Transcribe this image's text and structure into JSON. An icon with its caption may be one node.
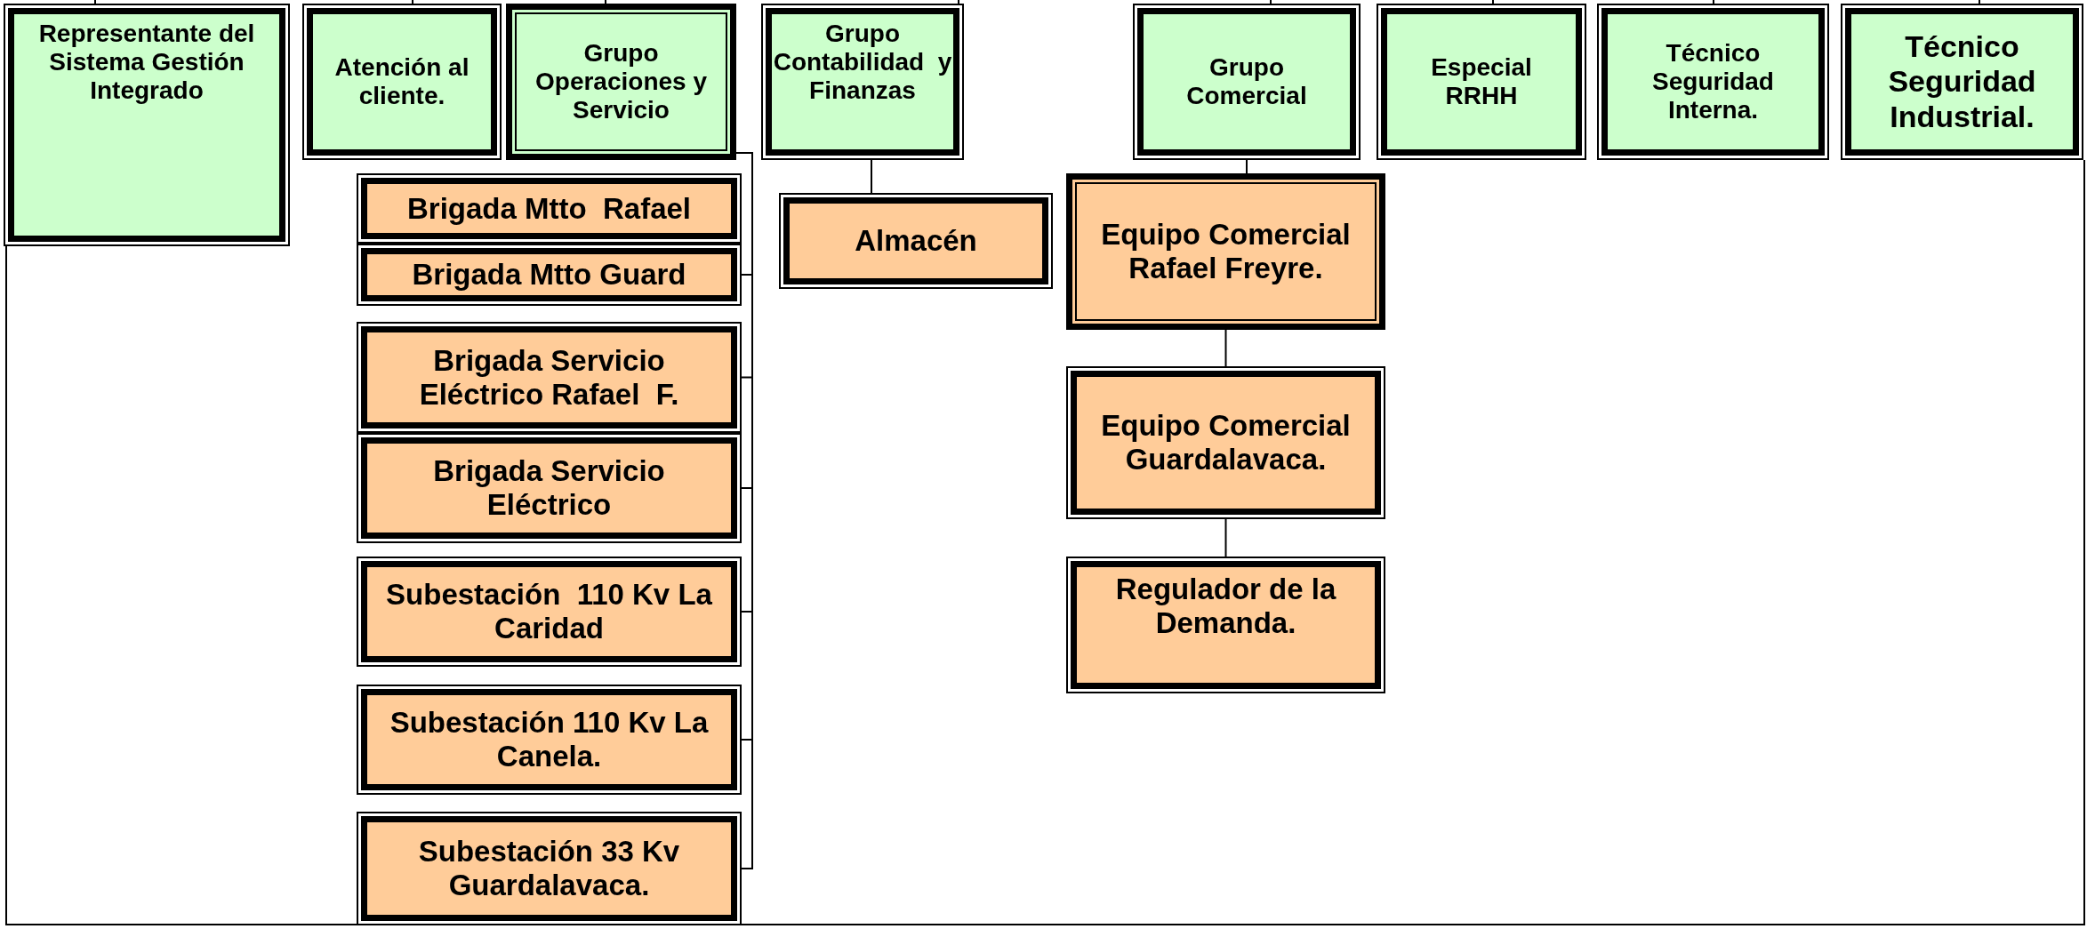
{
  "diagram": {
    "nodes": [
      {
        "text": [
          "Representante del Sistema Gestión Integrado"
        ]
      },
      {
        "text": [
          "Atención al cliente."
        ]
      },
      {
        "text": [
          "Grupo Operaciones y Servicio"
        ]
      },
      {
        "text": [
          "Grupo Contabilidad  y Finanzas"
        ]
      },
      {
        "text": [
          "Grupo Comercial"
        ]
      },
      {
        "text": [
          "Especial RRHH"
        ]
      },
      {
        "text": [
          "Técnico Seguridad Interna."
        ]
      },
      {
        "text": [
          "Técnico Seguridad Industrial."
        ]
      },
      {
        "text": [
          "Brigada Mtto  Rafael"
        ]
      },
      {
        "text": [
          "Brigada Mtto Guard"
        ]
      },
      {
        "text": [
          "Brigada Servicio Eléctrico Rafael  F."
        ]
      },
      {
        "text": [
          "Brigada Servicio Eléctrico"
        ]
      },
      {
        "text": [
          "Subestación  110 Kv La Caridad"
        ]
      },
      {
        "text": [
          "Subestación 110 Kv La Canela."
        ]
      },
      {
        "text": [
          "Subestación 33 Kv Guardalavaca."
        ]
      },
      {
        "text": [
          "Almacén"
        ]
      },
      {
        "text": [
          "Equipo Comercial Rafael Freyre."
        ]
      },
      {
        "text": [
          "Equipo Comercial Guardalavaca."
        ]
      },
      {
        "text": [
          "Regulador de la Demanda."
        ]
      }
    ],
    "edges": [
      {
        "from": null,
        "to": 0,
        "arrow": "none"
      },
      {
        "from": null,
        "to": 1,
        "arrow": "none"
      },
      {
        "from": null,
        "to": 2,
        "arrow": "none"
      },
      {
        "from": null,
        "to": 3,
        "arrow": "none"
      },
      {
        "from": null,
        "to": 4,
        "arrow": "none"
      },
      {
        "from": null,
        "to": 5,
        "arrow": "none"
      },
      {
        "from": null,
        "to": 6,
        "arrow": "none"
      },
      {
        "from": null,
        "to": 7,
        "arrow": "none"
      },
      {
        "from": 2,
        "to": 9,
        "arrow": "none"
      },
      {
        "from": 2,
        "to": 10,
        "arrow": "none"
      },
      {
        "from": 2,
        "to": 11,
        "arrow": "none"
      },
      {
        "from": 2,
        "to": 12,
        "arrow": "none"
      },
      {
        "from": 2,
        "to": 13,
        "arrow": "none"
      },
      {
        "from": 2,
        "to": 14,
        "arrow": "none"
      },
      {
        "from": 3,
        "to": 15,
        "arrow": "none"
      },
      {
        "from": 4,
        "to": 16,
        "arrow": "none"
      },
      {
        "from": 16,
        "to": 17,
        "arrow": "none"
      },
      {
        "from": 17,
        "to": 18,
        "arrow": "none"
      }
    ]
  }
}
